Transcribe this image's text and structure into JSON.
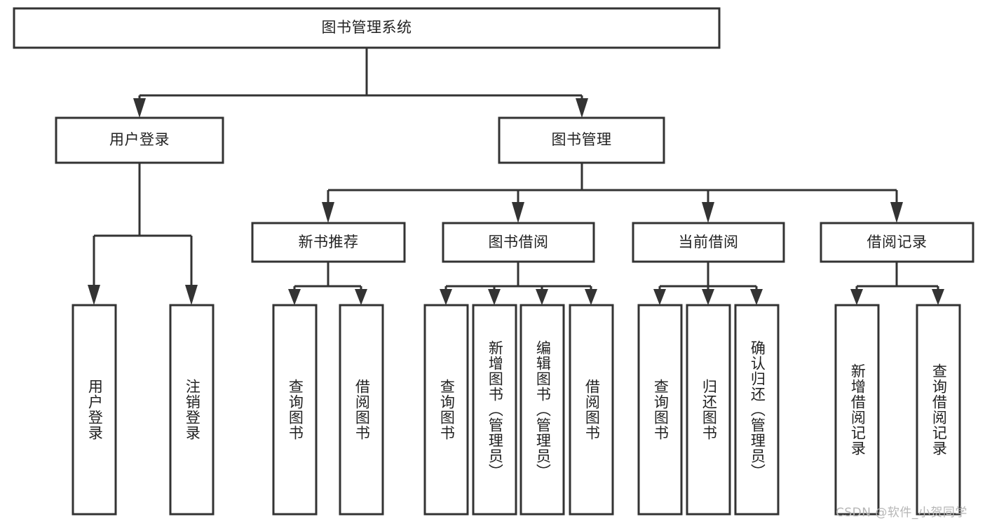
{
  "diagram": {
    "type": "tree-hierarchy-chart",
    "title": "图书管理系统",
    "watermark": "CSDN @软件_小贺同学",
    "colors": {
      "stroke": "#333333",
      "node_fill": "#ffffff",
      "text": "#222222",
      "background": "#ffffff",
      "watermark": "#b6b6b6"
    },
    "nodes": {
      "root": {
        "label": "图书管理系统"
      },
      "level1": [
        {
          "id": "user-login",
          "label": "用户登录"
        },
        {
          "id": "book-management",
          "label": "图书管理"
        }
      ],
      "level2": [
        {
          "id": "new-book-recommend",
          "label": "新书推荐",
          "parent": "book-management"
        },
        {
          "id": "book-borrow",
          "label": "图书借阅",
          "parent": "book-management"
        },
        {
          "id": "current-borrow",
          "label": "当前借阅",
          "parent": "book-management"
        },
        {
          "id": "borrow-record",
          "label": "借阅记录",
          "parent": "book-management"
        }
      ],
      "leaves": [
        {
          "id": "leaf-user-login",
          "label": "用户登录",
          "parent": "user-login"
        },
        {
          "id": "leaf-logout-login",
          "label": "注销登录",
          "parent": "user-login"
        },
        {
          "id": "leaf-query-book-1",
          "label": "查询图书",
          "parent": "new-book-recommend"
        },
        {
          "id": "leaf-borrow-book-1",
          "label": "借阅图书",
          "parent": "new-book-recommend"
        },
        {
          "id": "leaf-query-book-2",
          "label": "查询图书",
          "parent": "book-borrow"
        },
        {
          "id": "leaf-add-book",
          "label": "新增图书（管理员）",
          "parent": "book-borrow"
        },
        {
          "id": "leaf-edit-book",
          "label": "编辑图书（管理员）",
          "parent": "book-borrow"
        },
        {
          "id": "leaf-borrow-book-2",
          "label": "借阅图书",
          "parent": "book-borrow"
        },
        {
          "id": "leaf-query-book-3",
          "label": "查询图书",
          "parent": "current-borrow"
        },
        {
          "id": "leaf-return-book",
          "label": "归还图书",
          "parent": "current-borrow"
        },
        {
          "id": "leaf-confirm-return",
          "label": "确认归还（管理员）",
          "parent": "current-borrow"
        },
        {
          "id": "leaf-add-record",
          "label": "新增借阅记录",
          "parent": "borrow-record"
        },
        {
          "id": "leaf-query-record",
          "label": "查询借阅记录",
          "parent": "borrow-record"
        }
      ]
    }
  }
}
